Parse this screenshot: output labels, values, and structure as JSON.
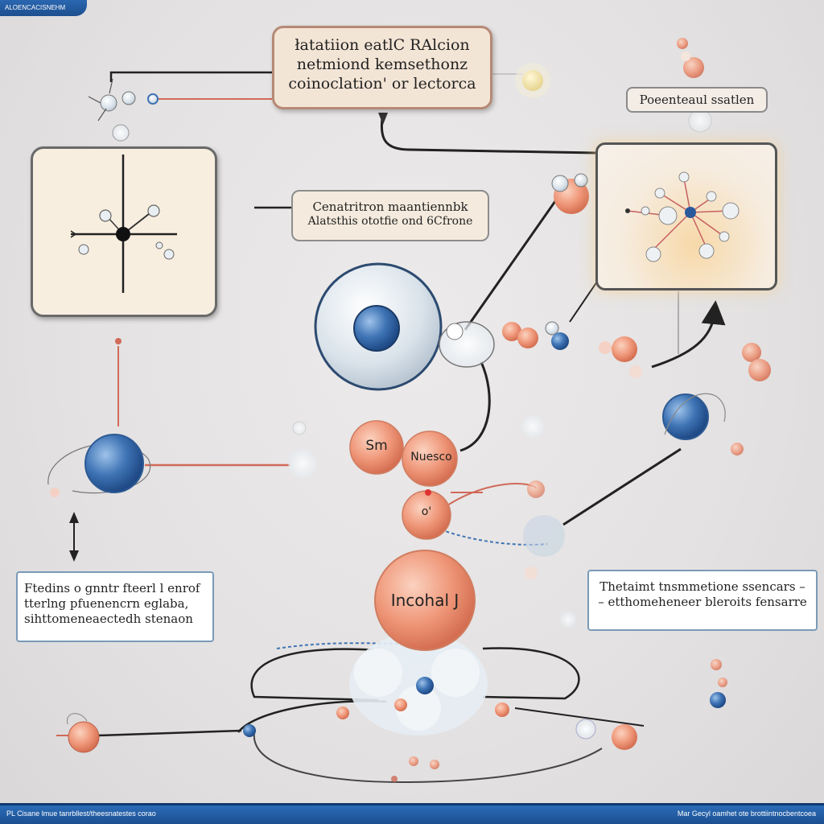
{
  "header": {
    "corner_tab": "ALOENCACISNEHM"
  },
  "title_box": {
    "lines": [
      "łatatiion eatlC RAlcion",
      "netmiond kemsethonz",
      "coinoclation' or lectorca"
    ]
  },
  "potential_box": {
    "label": "Poeenteaul ssatlen"
  },
  "mid_box": {
    "lines": [
      "Cenatritron maantiennbk",
      "Alatsthis ototfie ond 6Cfrone"
    ]
  },
  "left_box": {
    "lines": [
      "Ftedins o gnntr fteerl l enrof",
      "tterlng pfuenencrn eglaba,",
      "sihttomeneaectedh stenaon"
    ]
  },
  "right_box": {
    "lines": [
      "Thetaimt tnsmmetione ssencars –",
      "– etthomeheneer bleroits fensarre"
    ]
  },
  "nodes": {
    "center_lower": "Incohal J",
    "pink_left": "Sm",
    "pink_right": "Nuesco",
    "pink_small": "o'"
  },
  "footer": {
    "left": "PL Cisane lmue tanrbllest/theesnatestes corao",
    "right": "Mar Gecyl oamhet ote brottiintnocbentcoea"
  },
  "colors": {
    "blue_atom": "#3f74b5",
    "salmon_atom": "#ef9678",
    "footer_blue": "#1f5598",
    "panel_cream": "#f8eee0"
  }
}
